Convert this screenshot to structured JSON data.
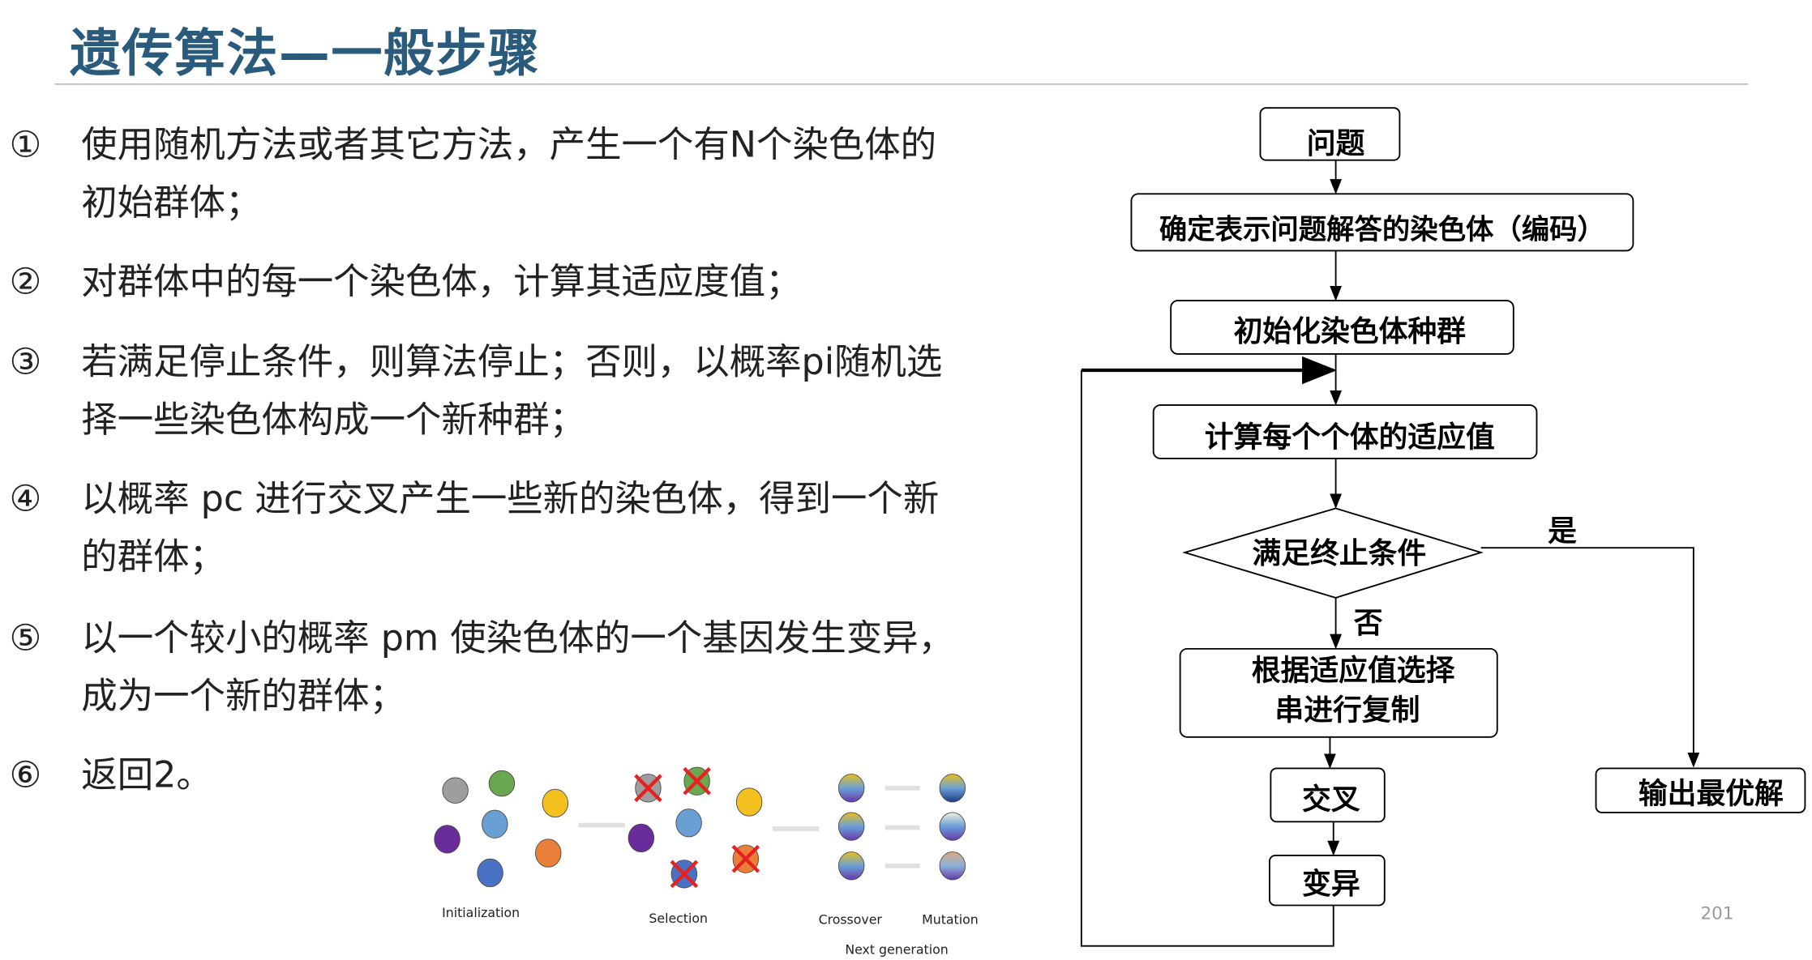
{
  "title": "遗传算法—一般步骤",
  "steps": [
    {
      "num": "①",
      "text": "使用随机方法或者其它方法，产生一个有N个染色体的初始群体；"
    },
    {
      "num": "②",
      "text": "对群体中的每一个染色体，计算其适应度值；"
    },
    {
      "num": "③",
      "text": "若满足停止条件，则算法停止；否则，以概率pi随机选择一些染色体构成一个新种群；"
    },
    {
      "num": "④",
      "text": "以概率 pc 进行交叉产生一些新的染色体，得到一个新的群体；"
    },
    {
      "num": "⑤",
      "text": "以一个较小的概率 pm 使染色体的一个基因发生变异，成为一个新的群体；"
    },
    {
      "num": "⑥",
      "text": "返回2。"
    }
  ],
  "flow": {
    "problem": "问题",
    "encode": "确定表示问题解答的染色体（编码）",
    "init": "初始化染色体种群",
    "fitness": "计算每个个体的适应值",
    "cond": "满足终止条件",
    "yes": "是",
    "no": "否",
    "select1": "根据适应值选择",
    "select2": "串进行复制",
    "cross": "交叉",
    "mutate": "变异",
    "output": "输出最优解"
  },
  "ga_figure": {
    "init": "Initialization",
    "selection": "Selection",
    "crossover": "Crossover",
    "mutation": "Mutation",
    "next": "Next generation"
  },
  "page_number": "201"
}
